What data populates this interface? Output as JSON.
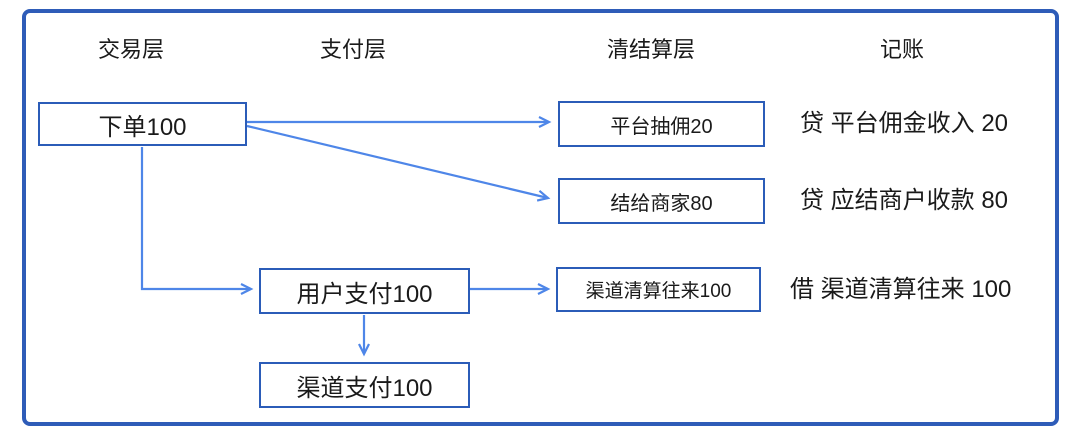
{
  "diagram": {
    "title_semantic": "payment-clearing-flow",
    "columns": [
      {
        "label": "交易层"
      },
      {
        "label": "支付层"
      },
      {
        "label": "清结算层"
      },
      {
        "label": "记账"
      }
    ],
    "nodes": {
      "order": {
        "label": "下单100"
      },
      "platform_commission": {
        "label": "平台抽佣20"
      },
      "settle_merchant": {
        "label": "结给商家80"
      },
      "user_payment": {
        "label": "用户支付100"
      },
      "channel_clearing": {
        "label": "渠道清算往来100"
      },
      "channel_payment": {
        "label": "渠道支付100"
      }
    },
    "ledger_entries": [
      {
        "text": "贷 平台佣金收入 20"
      },
      {
        "text": "贷 应结商户收款 80"
      },
      {
        "text": "借 渠道清算往来 100"
      }
    ],
    "edges": [
      {
        "from": "order",
        "to": "platform_commission"
      },
      {
        "from": "order",
        "to": "settle_merchant"
      },
      {
        "from": "order",
        "to": "user_payment"
      },
      {
        "from": "user_payment",
        "to": "channel_clearing"
      },
      {
        "from": "user_payment",
        "to": "channel_payment"
      }
    ],
    "colors": {
      "outer_border": "#2e5cb8",
      "box_border": "#2b5cb8",
      "arrow": "#4e86e8",
      "text": "#1a1a1a",
      "background": "#ffffff"
    }
  }
}
